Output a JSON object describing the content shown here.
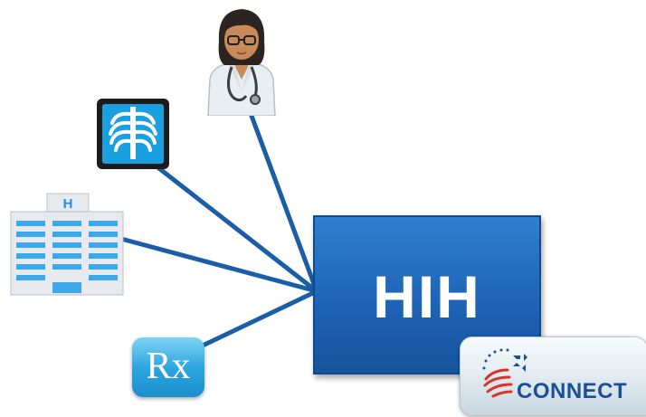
{
  "hub": {
    "label": "HIH"
  },
  "badge": {
    "label": "CONNECT"
  },
  "pharmacy": {
    "label": "Rx"
  },
  "hospital": {
    "label": "H"
  },
  "colors": {
    "hub_blue": "#1e64b6",
    "link_blue": "#1b5ea8",
    "rx_blue": "#2ea6e0",
    "connect_text": "#1a4f96"
  },
  "icons": [
    "doctor-icon",
    "xray-icon",
    "hospital-icon",
    "pharmacy-rx-icon",
    "connect-logo-icon"
  ]
}
